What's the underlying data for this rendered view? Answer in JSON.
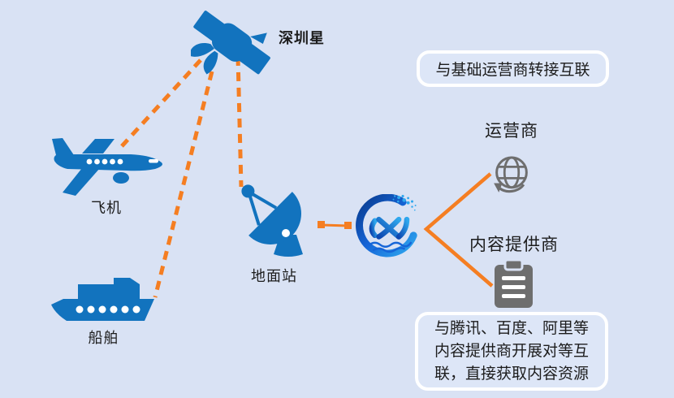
{
  "colors": {
    "page_bg": "#d9e2f4",
    "icon_blue": "#1273be",
    "line_orange": "#f57e22",
    "icon_gray": "#6e6e6e",
    "box_border": "#ffffff",
    "box_fill": "#dde6f7",
    "text_color": "#1c1c1c",
    "logo_gradient": [
      "#083a8c",
      "#1565d8",
      "#2fa8ee"
    ]
  },
  "nodes": {
    "satellite": {
      "label": "深圳星"
    },
    "airplane": {
      "label": "飞机"
    },
    "ship": {
      "label": "船舶"
    },
    "ground_station": {
      "label": "地面站"
    },
    "operator": {
      "label": "运营商"
    },
    "content_provider": {
      "label": "内容提供商"
    }
  },
  "callouts": {
    "operator_interconnect": "与基础运营商转接互联",
    "content_interconnect": [
      "与腾讯、百度、阿里等",
      "内容提供商开展对等互",
      "联，直接获取内容资源"
    ]
  }
}
